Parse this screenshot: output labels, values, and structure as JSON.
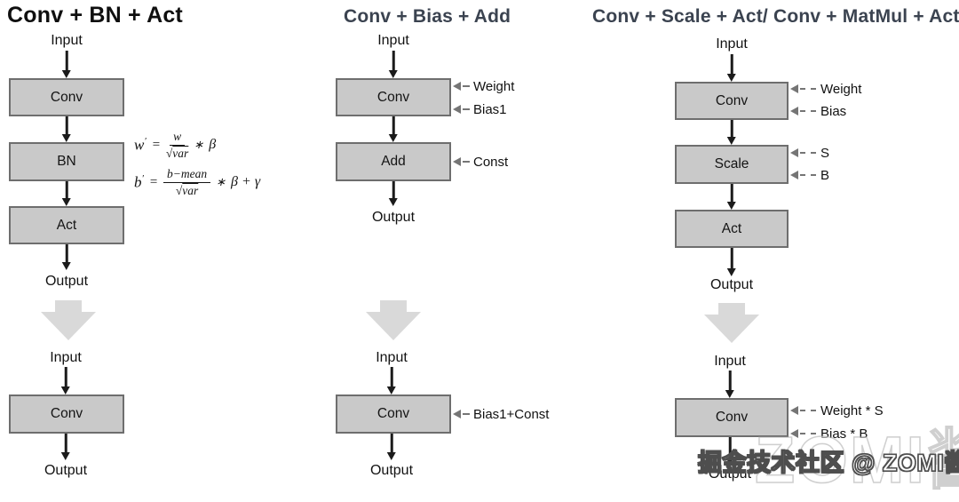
{
  "titles": {
    "col1": "Conv + BN + Act",
    "col2": "Conv + Bias + Add",
    "col3": "Conv + Scale + Act/ Conv + MatMul + Act"
  },
  "col1": {
    "top": {
      "input": "Input",
      "conv": "Conv",
      "bn": "BN",
      "act": "Act",
      "output": "Output"
    },
    "bottom": {
      "input": "Input",
      "conv": "Conv",
      "output": "Output"
    },
    "formula_w": {
      "lhs": "w",
      "prime": "′",
      "eq": "=",
      "num": "w",
      "radical": "√",
      "radicand": "var",
      "star": "∗",
      "tail": "β"
    },
    "formula_b": {
      "lhs": "b",
      "prime": "′",
      "eq": "=",
      "num": "b−mean",
      "radical": "√",
      "radicand": "var",
      "star": "∗",
      "tail": "β + γ"
    }
  },
  "col2": {
    "top": {
      "input": "Input",
      "conv": "Conv",
      "add": "Add",
      "output": "Output",
      "weight_label": "Weight",
      "bias_label": "Bias1",
      "const_label": "Const"
    },
    "bottom": {
      "input": "Input",
      "conv": "Conv",
      "output": "Output",
      "fused_label": "Bias1+Const"
    }
  },
  "col3": {
    "top": {
      "input": "Input",
      "conv": "Conv",
      "scale": "Scale",
      "act": "Act",
      "output": "Output",
      "weight_label": "Weight",
      "bias_label": "Bias",
      "s_label": "S",
      "b_label": "B"
    },
    "bottom": {
      "input": "Input",
      "conv": "Conv",
      "output": "Output",
      "fused_weight_label": "Weight * S",
      "fused_bias_label": "Bias * B"
    }
  },
  "watermark": {
    "main": "掘金技术社区 @ ZOMI酱",
    "ghost": "ZOMI酱"
  },
  "colors": {
    "box_fill": "#c9c9c9",
    "box_border": "#6e6e6e",
    "arrow": "#1b1b1b",
    "fat_arrow": "#d9d9d9",
    "side_arrow": "#757575",
    "title_dark": "#0f0f0f",
    "title_slate": "#3b4350"
  }
}
